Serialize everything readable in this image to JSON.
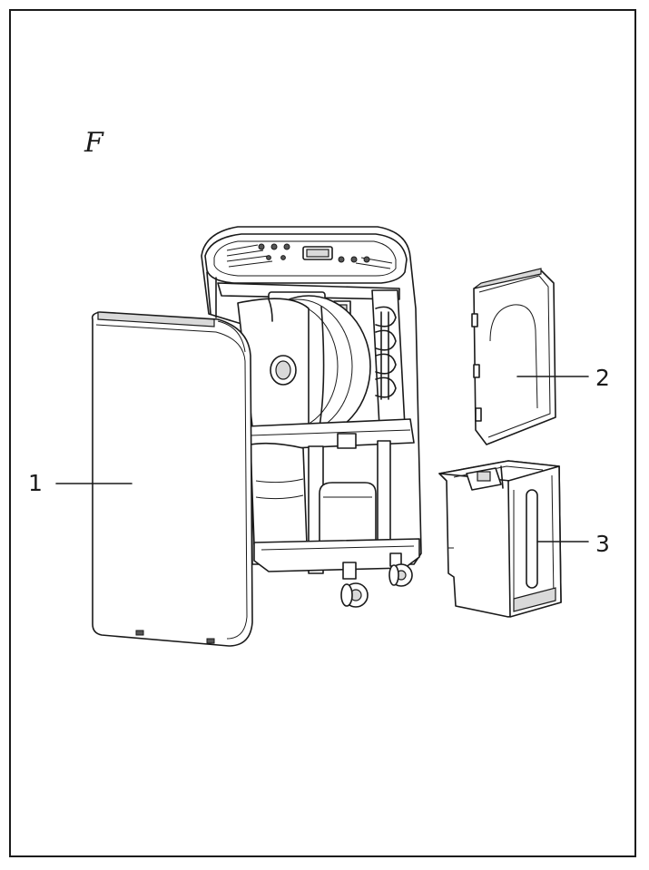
{
  "figure": {
    "letter": "F",
    "callouts": [
      {
        "number": "1",
        "part": "front-panel"
      },
      {
        "number": "2",
        "part": "rear-filter-cover"
      },
      {
        "number": "3",
        "part": "water-tank"
      }
    ]
  },
  "colors": {
    "line": "#1a1a1a",
    "background": "#ffffff",
    "shade": "#d9d9d9"
  }
}
